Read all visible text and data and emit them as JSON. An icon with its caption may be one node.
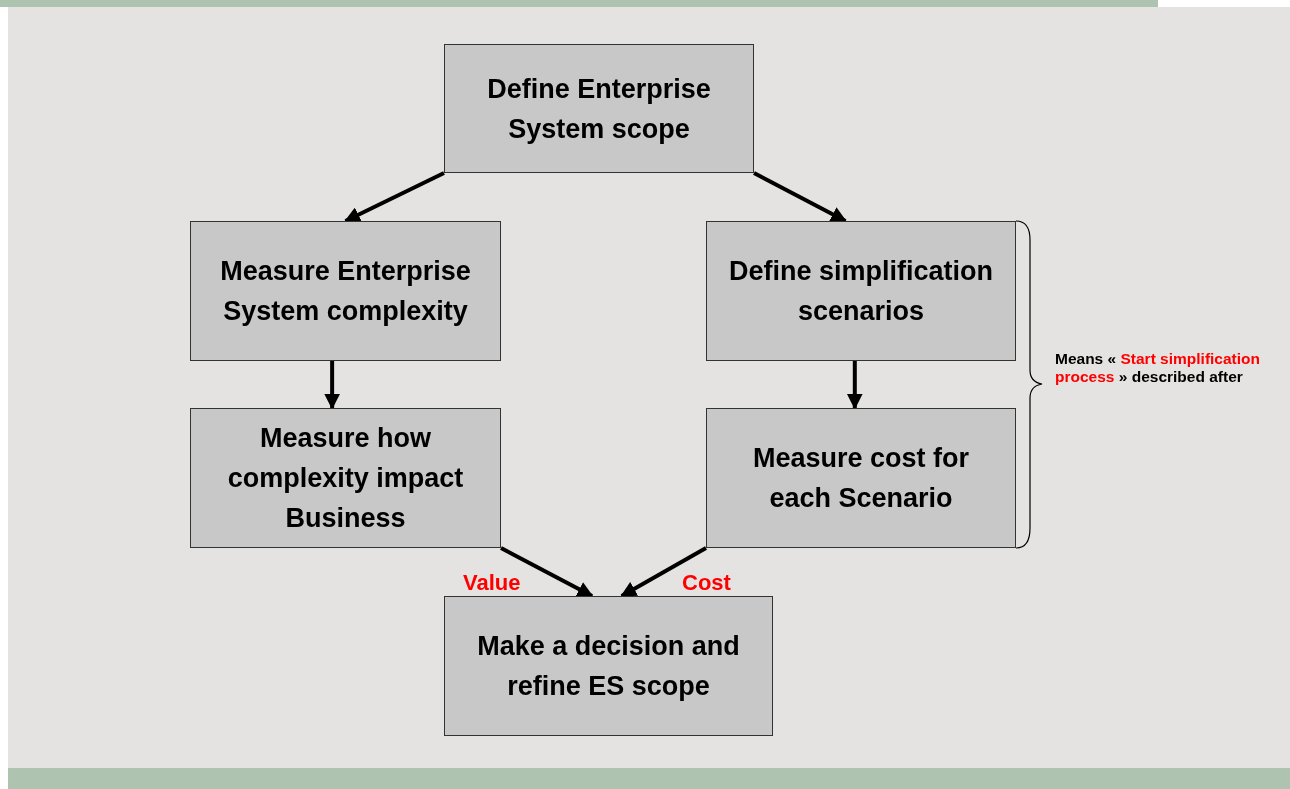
{
  "diagram": {
    "nodes": [
      {
        "text": [
          "Define Enterprise System scope"
        ]
      },
      {
        "text": [
          "Measure Enterprise System complexity"
        ]
      },
      {
        "text": [
          "Define simplification scenarios"
        ]
      },
      {
        "text": [
          "Measure how complexity impact Business"
        ]
      },
      {
        "text": [
          "Measure cost for each Scenario"
        ]
      },
      {
        "text": [
          "Make a decision and refine ES scope"
        ]
      }
    ],
    "edges": [
      {
        "from": 0,
        "to": 1,
        "arrow": "to"
      },
      {
        "from": 0,
        "to": 2,
        "arrow": "to"
      },
      {
        "from": 1,
        "to": 3,
        "arrow": "to"
      },
      {
        "from": 2,
        "to": 4,
        "arrow": "to"
      },
      {
        "from": 3,
        "to": 5,
        "arrow": "to",
        "label": "Value"
      },
      {
        "from": 4,
        "to": 5,
        "arrow": "to",
        "label": "Cost"
      }
    ],
    "labels": [
      "Means « **Start simplification process** » described after"
    ]
  }
}
